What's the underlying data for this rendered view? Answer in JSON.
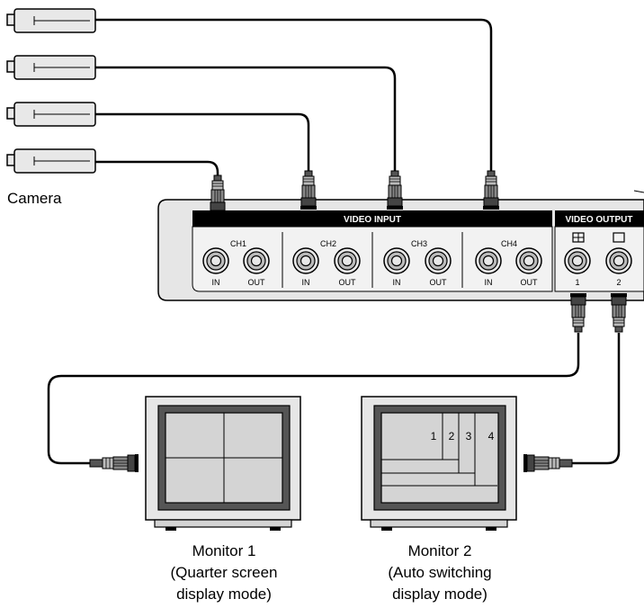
{
  "camera_label": "Camera",
  "device": {
    "video_input_header": "VIDEO INPUT",
    "video_output_header": "VIDEO OUTPUT",
    "channels": [
      {
        "label": "CH1",
        "in_label": "IN",
        "out_label": "OUT"
      },
      {
        "label": "CH2",
        "in_label": "IN",
        "out_label": "OUT"
      },
      {
        "label": "CH3",
        "in_label": "IN",
        "out_label": "OUT"
      },
      {
        "label": "CH4",
        "in_label": "IN",
        "out_label": "OUT"
      }
    ],
    "outputs": [
      {
        "number": "1",
        "icon": "quad-screen-icon"
      },
      {
        "number": "2",
        "icon": "single-screen-icon"
      }
    ]
  },
  "monitor1": {
    "caption_line1": "Monitor 1",
    "caption_line2": "(Quarter screen",
    "caption_line3": "display mode)"
  },
  "monitor2": {
    "caption_line1": "Monitor 2",
    "caption_line2": "(Auto switching",
    "caption_line3": "display mode)",
    "screen_numbers": [
      "1",
      "2",
      "3",
      "4"
    ]
  }
}
